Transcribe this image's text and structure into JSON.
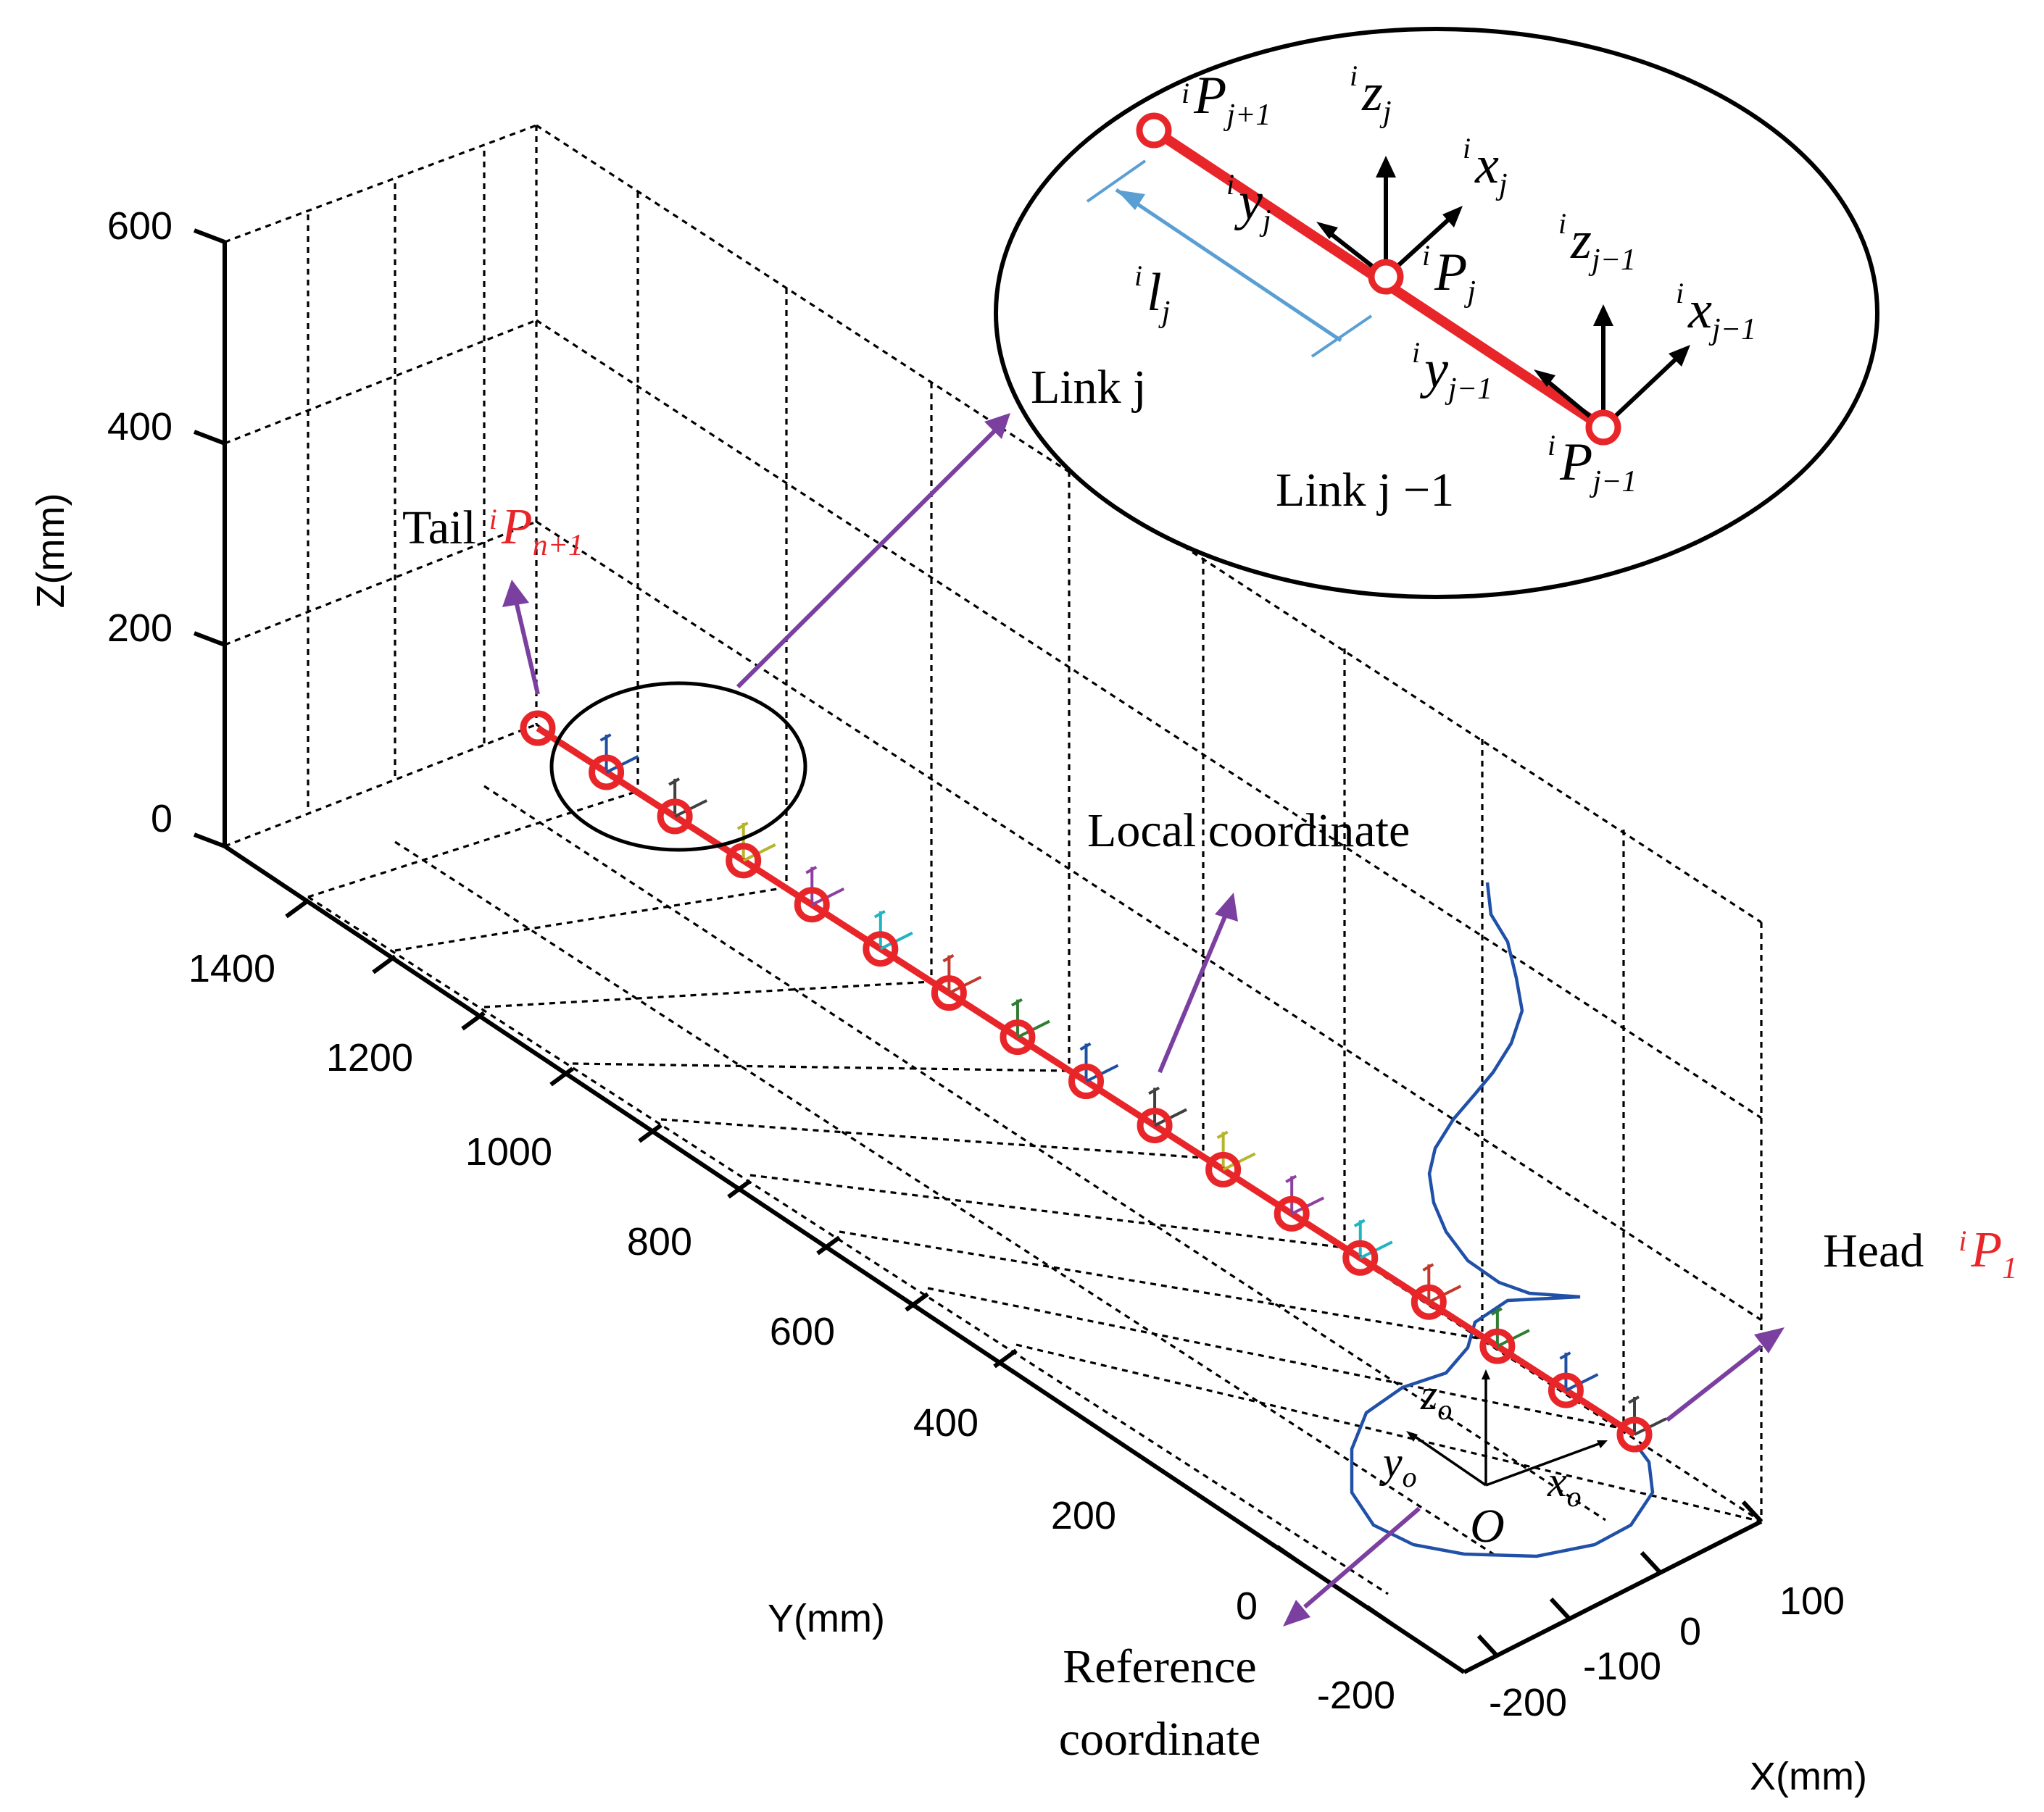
{
  "axes": {
    "z": {
      "title": "Z(mm)",
      "ticks": [
        "600",
        "400",
        "200",
        "0"
      ]
    },
    "y": {
      "title": "Y(mm)",
      "ticks": [
        "1400",
        "1200",
        "1000",
        "800",
        "600",
        "400",
        "200",
        "0",
        "-200"
      ]
    },
    "x": {
      "title": "X(mm)",
      "ticks": [
        "100",
        "0",
        "-100",
        "-200"
      ]
    }
  },
  "labels": {
    "tail_word": "Tail",
    "tail_sup": "i",
    "tail_base": "P",
    "tail_sub": "n+1",
    "head_word": "Head",
    "head_sup": "i",
    "head_base": "P",
    "head_sub": "1",
    "local": "Local coordinate",
    "reference_line1": "Reference",
    "reference_line2": "coordinate",
    "origin": "O",
    "zo": "z",
    "yo": "y",
    "xo": "x",
    "o_sub": "o"
  },
  "inset": {
    "link_j": "Link  j",
    "link_j1": "Link  j −1",
    "p_j1_top": {
      "sup": "i",
      "base": "P",
      "sub": "j+1"
    },
    "z_j": {
      "sup": "i",
      "base": "z",
      "sub": "j"
    },
    "x_j": {
      "sup": "i",
      "base": "x",
      "sub": "j"
    },
    "y_j": {
      "sup": "i",
      "base": "y",
      "sub": "j"
    },
    "p_j": {
      "sup": "i",
      "base": "P",
      "sub": "j"
    },
    "l_j": {
      "sup": "i",
      "base": "l",
      "sub": "j"
    },
    "z_j1": {
      "sup": "i",
      "base": "z",
      "sub": "j−1"
    },
    "x_j1": {
      "sup": "i",
      "base": "x",
      "sub": "j−1"
    },
    "y_j1": {
      "sup": "i",
      "base": "y",
      "sub": "j−1"
    },
    "p_jm1": {
      "sup": "i",
      "base": "P",
      "sub": "j−1"
    }
  },
  "colors": {
    "robot": "#e8262a",
    "arrow": "#7b3fa0",
    "trajectory": "#2050a8",
    "length_bar": "#5a9fd4",
    "frame_colors": [
      "#2e7d32",
      "#1f4fa0",
      "#404040",
      "#b5b52a",
      "#8e3fa0",
      "#20b5c0",
      "#c0392b"
    ]
  },
  "robot": {
    "joint_count": 17
  }
}
